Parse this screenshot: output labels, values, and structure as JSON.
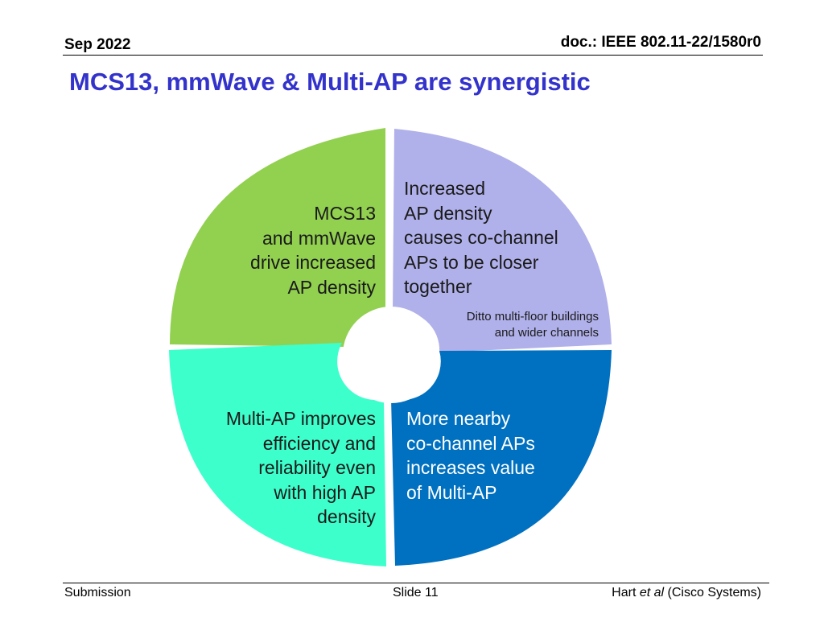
{
  "header": {
    "date": "Sep 2022",
    "doc_id": "doc.: IEEE 802.11-22/1580r0"
  },
  "title": "MCS13, mmWave & Multi-AP are synergistic",
  "diagram": {
    "segments": [
      {
        "id": "top-left",
        "color": "#92d050",
        "lines": [
          "MCS13",
          "and mmWave",
          "drive increased",
          "AP density"
        ],
        "text_color": "#1a1a1a"
      },
      {
        "id": "top-right",
        "color": "#b0b0ea",
        "lines": [
          "Increased",
          "AP density",
          "causes co-channel",
          "APs to be closer",
          "together"
        ],
        "note_lines": [
          "Ditto multi-floor buildings",
          "and wider channels"
        ],
        "text_color": "#1a1a1a"
      },
      {
        "id": "bottom-right",
        "color": "#0070c0",
        "lines": [
          "More nearby",
          "co-channel APs",
          "increases value",
          "of Multi-AP"
        ],
        "text_color": "#ffffff"
      },
      {
        "id": "bottom-left",
        "color": "#3dffcc",
        "lines": [
          "Multi-AP improves",
          "efficiency and",
          "reliability even",
          "with high AP",
          "density"
        ],
        "text_color": "#1a1a1a"
      }
    ]
  },
  "footer": {
    "left": "Submission",
    "center": "Slide 11",
    "right_author": "Hart ",
    "right_etal": "et al",
    "right_org": " (Cisco Systems)"
  }
}
